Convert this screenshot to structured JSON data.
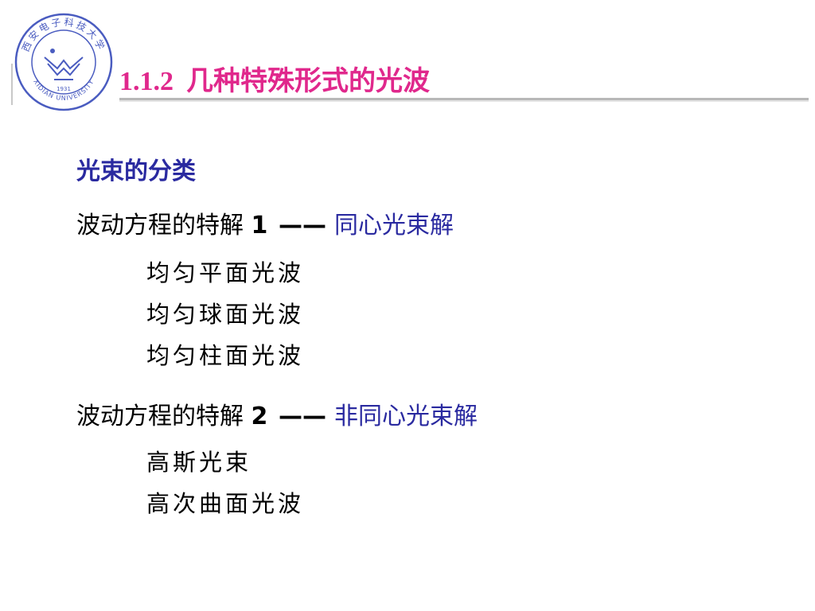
{
  "logo": {
    "name": "xidian-university-seal-icon",
    "text_cn": "西安电子科技大学",
    "text_en": "XIDIAN UNIVERSITY",
    "year": "1931",
    "color": "#4a5cc0"
  },
  "slide": {
    "title_number": "1.1.2",
    "title_text": "几种特殊形式的光波",
    "title_color": "#e0288c",
    "accent_color": "#2a2aa0",
    "subtitle": "光束的分类",
    "section1": {
      "prefix": "波动方程的特解",
      "number": "1",
      "dash": "——",
      "highlight": "同心光束解",
      "items": [
        "均匀平面光波",
        "均匀球面光波",
        "均匀柱面光波"
      ]
    },
    "section2": {
      "prefix": "波动方程的特解",
      "number": "2",
      "dash": "——",
      "highlight": "非同心光束解",
      "items": [
        "高斯光束",
        "高次曲面光波"
      ]
    }
  }
}
